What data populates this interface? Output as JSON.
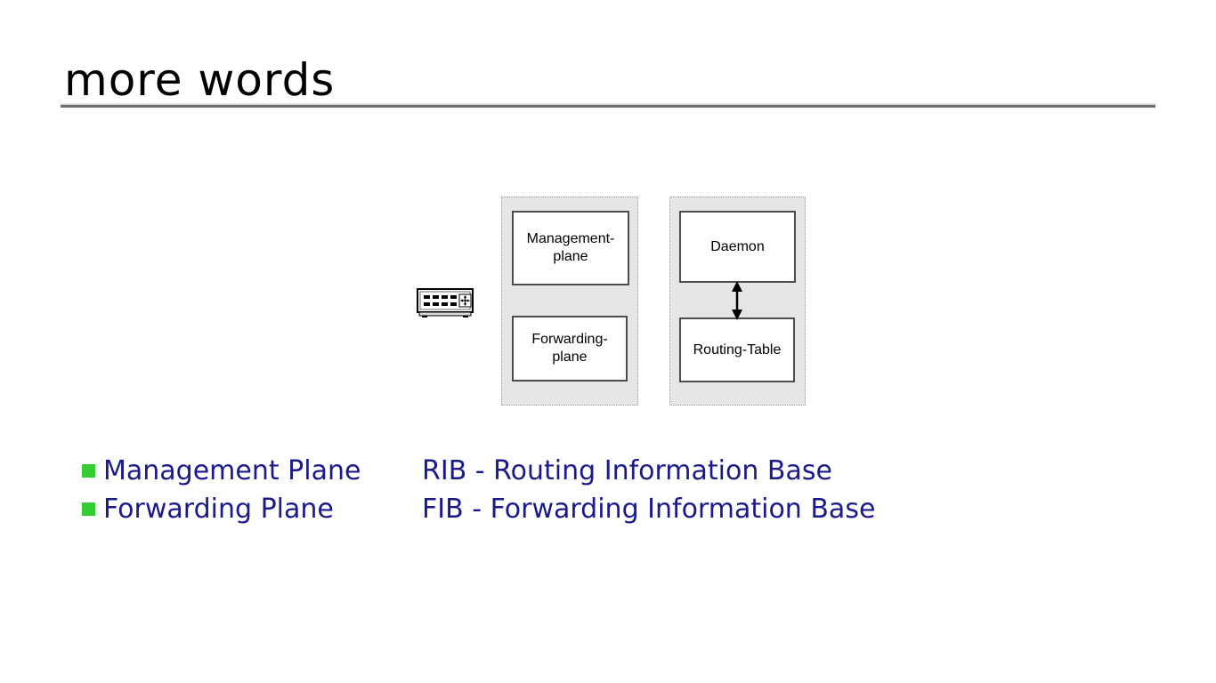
{
  "slide": {
    "title": "more words",
    "background_color": "#ffffff",
    "rule_color": "#6e6e6e"
  },
  "diagram": {
    "device_icon": "router-icon",
    "groups": [
      {
        "name": "planes-group",
        "boxes": [
          {
            "label": "Management-\nplane",
            "line1": "Management-",
            "line2": "plane"
          },
          {
            "label": "Forwarding-\nplane",
            "line1": "Forwarding-",
            "line2": "plane"
          }
        ]
      },
      {
        "name": "control-group",
        "boxes": [
          {
            "label": "Daemon",
            "line1": "Daemon",
            "line2": ""
          },
          {
            "label": "Routing-Table",
            "line1": "Routing-Table",
            "line2": ""
          }
        ],
        "connector": "double-headed-arrow"
      }
    ],
    "group_fill": "#e6e6e6",
    "box_border": "#4d4d4d",
    "box_fill": "#ffffff"
  },
  "lists": {
    "bullet_color": "#33cc33",
    "text_color": "#1a1a8c",
    "planes": [
      {
        "label": "Management Plane"
      },
      {
        "label": "Forwarding Plane"
      }
    ],
    "terms": [
      {
        "label": "RIB - Routing Information Base"
      },
      {
        "label": "FIB - Forwarding Information Base"
      }
    ]
  }
}
